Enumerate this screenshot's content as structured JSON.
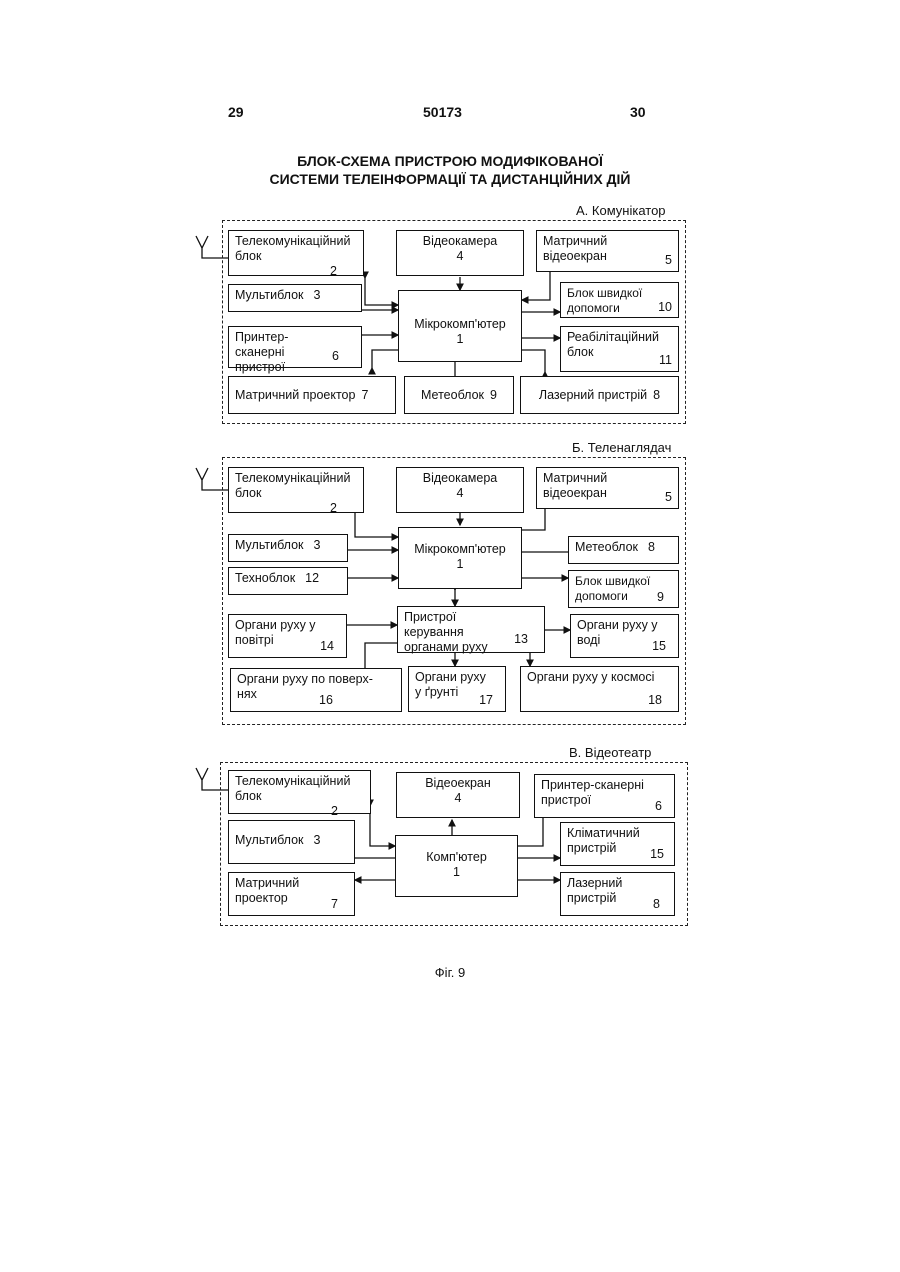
{
  "header": {
    "page_left": "29",
    "doc_number": "50173",
    "page_right": "30"
  },
  "title": {
    "line1": "БЛОК-СХЕМА ПРИСТРОЮ МОДИФІКОВАНОЇ",
    "line2": "СИСТЕМИ ТЕЛЕІНФОРМАЦІЇ ТА ДИСТАНЦІЙНИХ ДІЙ"
  },
  "section_a": {
    "label": "А. Комунікатор",
    "telecom": {
      "text": "Телекомунікаційний блок",
      "num": "2"
    },
    "camera": {
      "text": "Відеокамера",
      "num": "4"
    },
    "screen": {
      "text": "Матричний відеоекран",
      "num": "5"
    },
    "multiblock": {
      "text": "Мультиблок",
      "num": "3"
    },
    "firstaid": {
      "text": "Блок швидкої допомоги",
      "num": "10"
    },
    "computer": {
      "text": "Мікрокомп'ютер",
      "num": "1"
    },
    "printer": {
      "text": "Принтер-сканерні пристрої",
      "num": "6"
    },
    "rehab": {
      "text": "Реабілітаційний блок",
      "num": "11"
    },
    "projector": {
      "text": "Матричний проектор",
      "num": "7"
    },
    "meteo": {
      "text": "Метеоблок",
      "num": "9"
    },
    "laser": {
      "text": "Лазерний пристрій",
      "num": "8"
    }
  },
  "section_b": {
    "label": "Б. Теленаглядач",
    "telecom": {
      "text": "Телекомунікаційний блок",
      "num": "2"
    },
    "camera": {
      "text": "Відеокамера",
      "num": "4"
    },
    "screen": {
      "text": "Матричний відеоекран",
      "num": "5"
    },
    "multiblock": {
      "text": "Мультиблок",
      "num": "3"
    },
    "computer": {
      "text": "Мікрокомп'ютер",
      "num": "1"
    },
    "meteo": {
      "text": "Метеоблок",
      "num": "8"
    },
    "techblock": {
      "text": "Техноблок",
      "num": "12"
    },
    "firstaid": {
      "text": "Блок швидкої допомоги",
      "num": "9"
    },
    "control": {
      "text": "Пристрої керування органами руху",
      "num": "13"
    },
    "air": {
      "text": "Органи руху у повітрі",
      "num": "14"
    },
    "water": {
      "text": "Органи руху у воді",
      "num": "15"
    },
    "surface": {
      "text": "Органи руху по поверх-нях",
      "num": "16"
    },
    "ground": {
      "text": "Органи руху у ґрунті",
      "num": "17"
    },
    "space": {
      "text": "Органи руху у космосі",
      "num": "18"
    }
  },
  "section_c": {
    "label": "В. Відеотеатр",
    "telecom": {
      "text": "Телекомунікаційний блок",
      "num": "2"
    },
    "screen": {
      "text": "Відеоекран",
      "num": "4"
    },
    "printer": {
      "text": "Принтер-сканерні пристрої",
      "num": "6"
    },
    "multiblock": {
      "text": "Мультиблок",
      "num": "3"
    },
    "computer": {
      "text": "Комп'ютер",
      "num": "1"
    },
    "climate": {
      "text": "Кліматичний пристрій",
      "num": "15"
    },
    "projector": {
      "text": "Матричний проектор",
      "num": "7"
    },
    "laser": {
      "text": "Лазерний пристрій",
      "num": "8"
    }
  },
  "caption": "Фіг. 9"
}
